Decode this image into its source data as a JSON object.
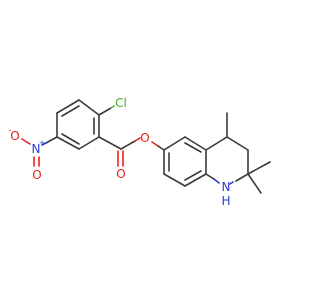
{
  "atoms": {
    "cl": "Cl",
    "o_ester_single": "O",
    "o_ester_double": "O",
    "n_nitro": "N",
    "n_nitro_charge": "+",
    "o_nitro_left": "O",
    "o_nitro_left_charge": "-",
    "o_nitro_bottom": "O",
    "n_amine": "N",
    "h_amine": "H"
  },
  "colors": {
    "carbon": "#3a3a3a",
    "oxygen": "#e8201d",
    "nitrogen": "#2a3bd6",
    "chlorine": "#4fae2c"
  }
}
